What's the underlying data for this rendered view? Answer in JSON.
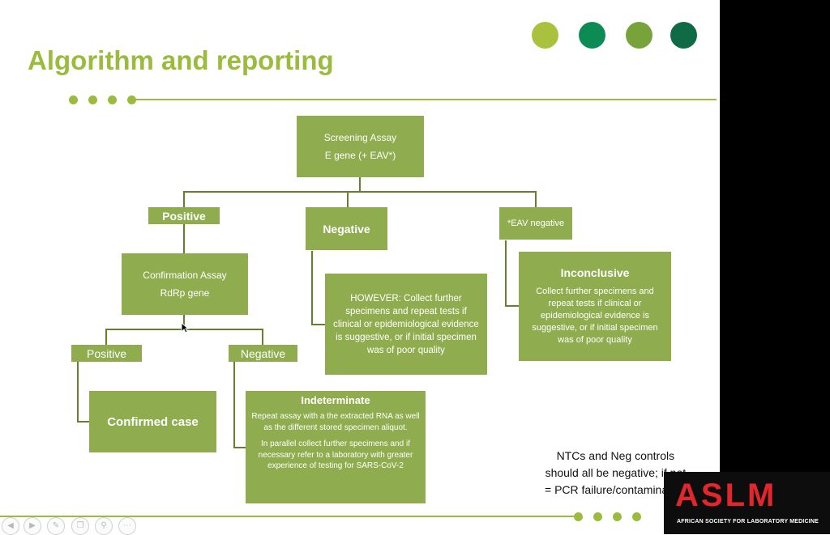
{
  "slide": {
    "title": "Algorithm and reporting",
    "accent_colors": [
      "#a9c23d",
      "#0d8b55",
      "#78a33b",
      "#0f6b45"
    ],
    "box_color": "#8fac4f",
    "line_color": "#9bbb3c"
  },
  "flowchart": {
    "screening": {
      "line1": "Screening Assay",
      "line2": "E gene (+ EAV*)"
    },
    "positive_label": "Positive",
    "negative_label": "Negative",
    "eav_negative_label": "*EAV negative",
    "negative_note": "HOWEVER: Collect further specimens and repeat tests if clinical or epidemiological evidence is suggestive, or if initial specimen was of poor quality",
    "inconclusive": {
      "title": "Inconclusive",
      "text": "Collect further specimens and repeat tests if clinical or epidemiological evidence is suggestive, or if initial specimen was of poor quality"
    },
    "confirmation": {
      "line1": "Confirmation Assay",
      "line2": "RdRp gene"
    },
    "conf_positive_label": "Positive",
    "conf_negative_label": "Negative",
    "confirmed_case": "Confirmed case",
    "indeterminate": {
      "title": "Indeterminate",
      "text1": "Repeat assay with a the extracted RNA as well as the different stored specimen aliquot.",
      "text2": "In parallel collect further specimens and if necessary refer to a laboratory with greater experience of testing for SARS-CoV-2"
    }
  },
  "controls_note": {
    "line1": "NTCs and Neg controls",
    "line2": "should all be negative; if not",
    "line3": "= PCR failure/contamination"
  },
  "logo": {
    "text": "ASLM",
    "subtitle": "AFRICAN SOCIETY FOR LABORATORY MEDICINE"
  },
  "player_controls": [
    "prev-icon",
    "play-icon",
    "pen-icon",
    "copy-icon",
    "zoom-icon",
    "more-icon"
  ]
}
